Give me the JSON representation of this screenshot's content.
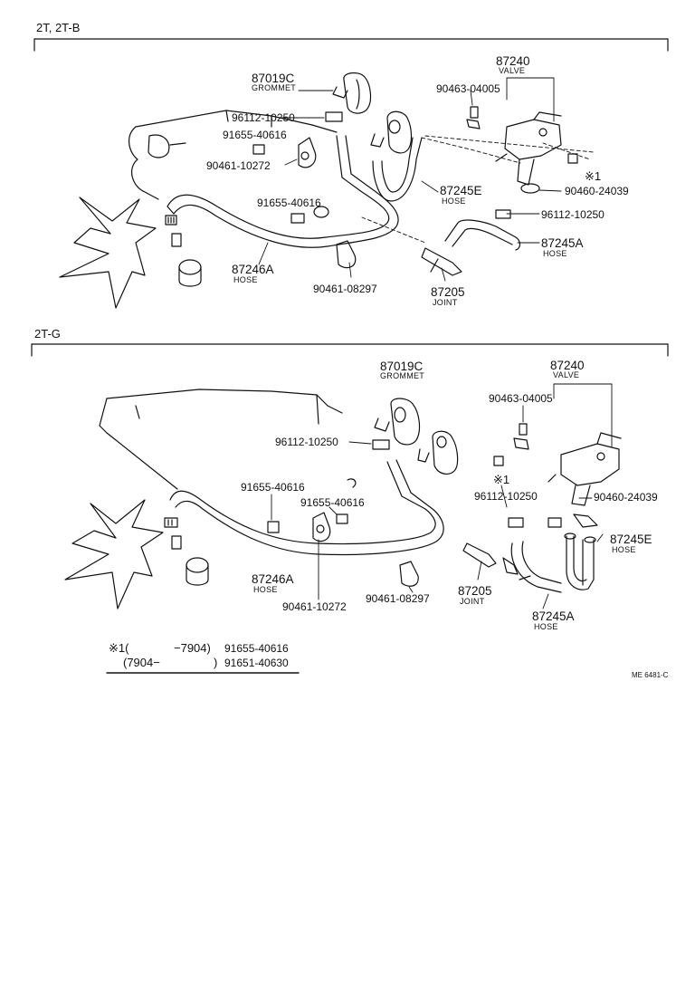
{
  "sections": {
    "top": {
      "title": "2T, 2T-B",
      "labels": {
        "p87019C": "87019C",
        "grommet": "GROMMET",
        "p87240": "87240",
        "valve": "VALVE",
        "p90463": "90463-04005",
        "p96112a": "96112-10250",
        "p91655a": "91655-40616",
        "p90461a": "90461-10272",
        "p91655b": "91655-40616",
        "mark": "※1",
        "p90460": "90460-24039",
        "p87245E": "87245E",
        "hoseE": "HOSE",
        "p96112b": "96112-10250",
        "p87245A": "87245A",
        "hoseA": "HOSE",
        "p87246A": "87246A",
        "hose46": "HOSE",
        "p90461b": "90461-08297",
        "p87205": "87205",
        "joint": "JOINT"
      }
    },
    "bottom": {
      "title": "2T-G",
      "labels": {
        "p87019C": "87019C",
        "grommet": "GROMMET",
        "p87240": "87240",
        "valve": "VALVE",
        "p90463": "90463-04005",
        "p96112a": "96112-10250",
        "mark": "※1",
        "p96112b": "96112-10250",
        "p90460": "90460-24039",
        "p91655a": "91655-40616",
        "p91655b": "91655-40616",
        "p87245E": "87245E",
        "hoseE": "HOSE",
        "p87246A": "87246A",
        "hose46": "HOSE",
        "p90461a": "90461-10272",
        "p90461b": "90461-08297",
        "p87205": "87205",
        "joint": "JOINT",
        "p87245A": "87245A",
        "hoseA": "HOSE"
      }
    }
  },
  "footnote": {
    "row1": {
      "mark": "※1(",
      "range": "−7904)",
      "part": "91655-40616"
    },
    "row2": {
      "range": "(7904−",
      "close": ")",
      "part": "91651-40630"
    }
  },
  "ref_code": "ME 6481-C"
}
